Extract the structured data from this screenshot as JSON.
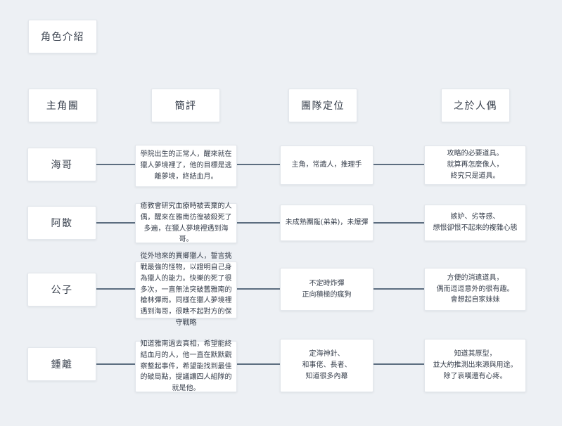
{
  "title": "角色介紹",
  "headers": {
    "group": "主角團",
    "review": "簡評",
    "team_role": "團隊定位",
    "about_puppet": "之於人偶"
  },
  "rows": [
    {
      "name": "海哥",
      "review": "學院出生的正常人，醒來就在獵人夢境裡了，他的目標是逃離夢境，終結血月。",
      "team_role": "主角，常識人，推理手",
      "about_puppet": "攻略的必要道具。\n就算再怎麼像人，\n終究只是道具。"
    },
    {
      "name": "阿散",
      "review": "癒教會研究血療時被丟棄的人偶，醒來在雅南彷徨被殺死了多遍，在獵人夢境裡遇到海哥。",
      "team_role": "未成熟團寵(弟弟)，未爆彈",
      "about_puppet": "嫉妒、劣等感、\n想恨卻恨不起來的複雜心態"
    },
    {
      "name": "公子",
      "review": "從外地來的異鄉獵人，誓言挑戰最強的怪物，以證明自己身為獵人的能力。快樂的死了很多次，一直無法突破舊雅南的槍林彈雨。同樣在獵人夢境裡遇到海哥，很瞧不起對方的保守戰略",
      "team_role": "不定時炸彈\n正向積極的瘋狗",
      "about_puppet": "方便的消遣道具，\n偶而逗逗意外的很有趣。\n會想起自家妹妹"
    },
    {
      "name": "鍾離",
      "review": "知道雅南過去真相，希望能終結血月的人，他一直在默默觀察整起事件，希望能找到最佳的破局點，提議讓四人組隊的就是他。",
      "team_role": "定海神針、\n和事佬、長者、\n知道很多內幕",
      "about_puppet": "知道其原型，\n並大約推測出來源與用途。\n除了哀嘆還有心疼。"
    }
  ],
  "colors": {
    "background": "#edf0f4",
    "node_background": "#ffffff",
    "node_border": "#e3e7ec",
    "text": "#39414e",
    "connector": "#5c6d7f"
  }
}
